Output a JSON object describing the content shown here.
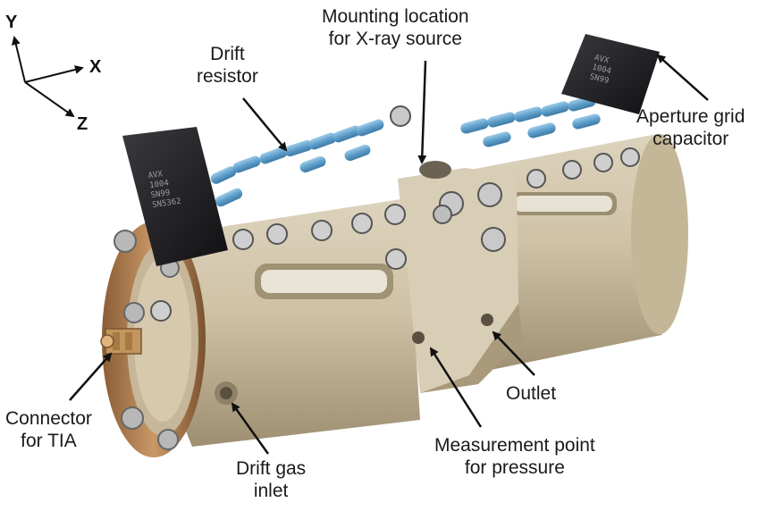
{
  "axes": {
    "y": "Y",
    "x": "X",
    "z": "Z"
  },
  "labels": {
    "mounting": [
      "Mounting location",
      "for X-ray source"
    ],
    "drift_resistor": [
      "Drift",
      "resistor"
    ],
    "aperture": [
      "Aperture grid",
      "capacitor"
    ],
    "connector": [
      "Connector",
      "for TIA"
    ],
    "outlet": [
      "Outlet"
    ],
    "measurement": [
      "Measurement point",
      "for pressure"
    ],
    "drift_gas": [
      "Drift gas",
      "inlet"
    ]
  },
  "components": {
    "capacitor_left_text": [
      "AVX",
      "1004",
      "SN99",
      "SN5362"
    ],
    "capacitor_right_text": [
      "AVX",
      "1004",
      "SN99"
    ]
  },
  "colors": {
    "body": "#cfc2a6",
    "body_shadow": "#a89a7d",
    "brass": "#b8875a",
    "resistor": "#6aa7d0",
    "capacitor": "#1f1f22"
  }
}
